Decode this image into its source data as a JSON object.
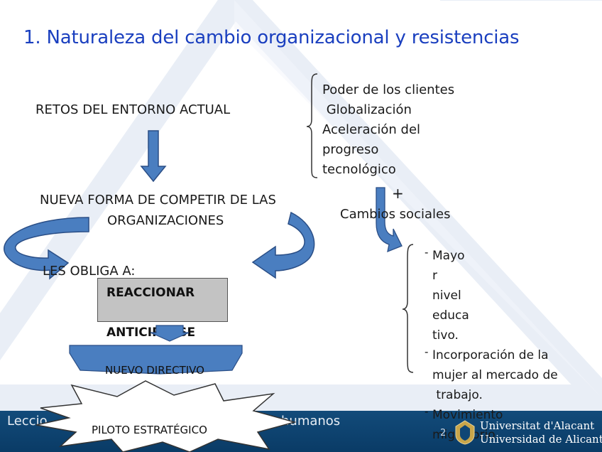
{
  "title": "1. Naturaleza del cambio organizacional y resistencias",
  "left_flow": {
    "retos": "RETOS DEL ENTORNO ACTUAL",
    "nueva_forma_line1": "NUEVA FORMA DE COMPETIR DE LAS",
    "nueva_forma_line2": "ORGANIZACIONES",
    "les_obliga": "LES OBLIGA A:",
    "reaccionar": "REACCIONAR",
    "anticiparse": "ANTICIPARSE",
    "nuevo_directivo": "NUEVO  DIRECTIVO",
    "piloto": "PILOTO ESTRATÉGICO"
  },
  "right_flow": {
    "factors": [
      "Poder de los clientes",
      " Globalización",
      "Aceleración del",
      "progreso",
      "tecnológico"
    ],
    "plus": "+",
    "cambios_sociales": "Cambios sociales",
    "social_items": [
      [
        "Mayo",
        "r",
        "nivel",
        "educa",
        "tivo."
      ],
      [
        "Incorporación de la",
        "mujer al mercado de",
        " trabajo."
      ],
      [
        "Movimiento",
        "migratorio."
      ]
    ],
    "bullet": "-"
  },
  "footer": {
    "left_text_start": "Leccio",
    "left_text_end": "humanos",
    "page_number": "2",
    "university_line1": "Universitat d'Alacant",
    "university_line2": "Universidad de Alicante"
  },
  "colors": {
    "title": "#1a3fbf",
    "arrow_fill": "#4a7ec0",
    "arrow_stroke": "#2a4e86",
    "footer": "#0f4675"
  }
}
